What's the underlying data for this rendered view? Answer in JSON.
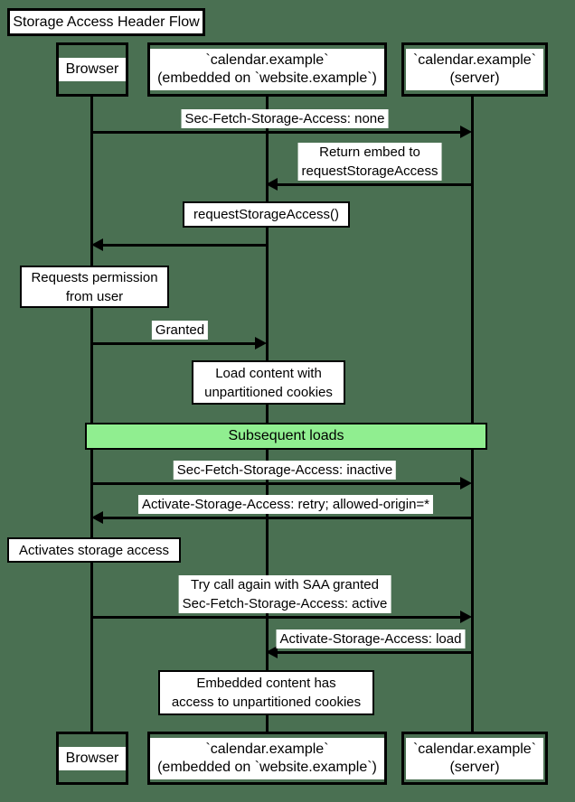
{
  "title": "Storage Access Header Flow",
  "colors": {
    "background": "#4A7052",
    "band_fill": "#90EE90",
    "line": "#000000",
    "label_background": "#FFFFFF",
    "text": "#000000"
  },
  "participants": [
    {
      "id": "browser",
      "lines": [
        "Browser"
      ]
    },
    {
      "id": "embed",
      "lines": [
        "`calendar.example`",
        "(embedded on `website.example`)"
      ]
    },
    {
      "id": "server",
      "lines": [
        "`calendar.example`",
        "(server)"
      ]
    }
  ],
  "messages": [
    {
      "from": "browser",
      "to": "server",
      "lines": [
        "Sec-Fetch-Storage-Access: none"
      ]
    },
    {
      "from": "server",
      "to": "embed",
      "lines": [
        "Return embed to",
        "requestStorageAccess"
      ]
    },
    {
      "from": "embed",
      "to": "browser",
      "lines": []
    },
    {
      "from": "browser",
      "to": "embed",
      "lines": [
        "Granted"
      ]
    },
    {
      "from": "browser",
      "to": "server",
      "lines": [
        "Sec-Fetch-Storage-Access: inactive"
      ]
    },
    {
      "from": "server",
      "to": "browser",
      "lines": [
        "Activate-Storage-Access: retry; allowed-origin=*"
      ]
    },
    {
      "from": "browser",
      "to": "server",
      "lines": [
        "Try call again with SAA granted",
        "Sec-Fetch-Storage-Access: active"
      ]
    },
    {
      "from": "server",
      "to": "embed",
      "lines": [
        "Activate-Storage-Access: load"
      ]
    }
  ],
  "notes": [
    {
      "over": "embed",
      "lines": [
        "requestStorageAccess()"
      ]
    },
    {
      "over": "browser",
      "lines": [
        "Requests permission",
        "from user"
      ]
    },
    {
      "over": "embed",
      "lines": [
        "Load content with",
        "unpartitioned cookies"
      ]
    },
    {
      "over": "browser",
      "lines": [
        "Activates storage access"
      ]
    },
    {
      "over": "embed",
      "lines": [
        "Embedded content has",
        "access to unpartitioned cookies"
      ]
    }
  ],
  "band": {
    "label": "Subsequent loads"
  }
}
